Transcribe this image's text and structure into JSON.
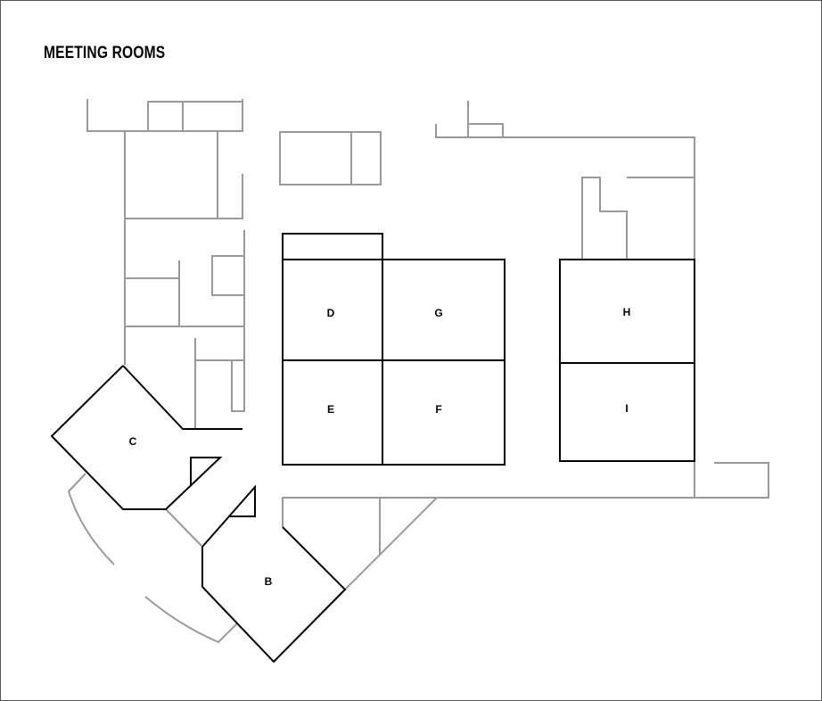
{
  "title": "MEETING ROOMS",
  "colors": {
    "room_outline": "#000000",
    "wall": "#999999",
    "background": "#ffffff"
  },
  "rooms": [
    {
      "id": "B",
      "label": "B"
    },
    {
      "id": "C",
      "label": "C"
    },
    {
      "id": "D",
      "label": "D"
    },
    {
      "id": "E",
      "label": "E"
    },
    {
      "id": "F",
      "label": "F"
    },
    {
      "id": "G",
      "label": "G"
    },
    {
      "id": "H",
      "label": "H"
    },
    {
      "id": "I",
      "label": "I"
    }
  ]
}
